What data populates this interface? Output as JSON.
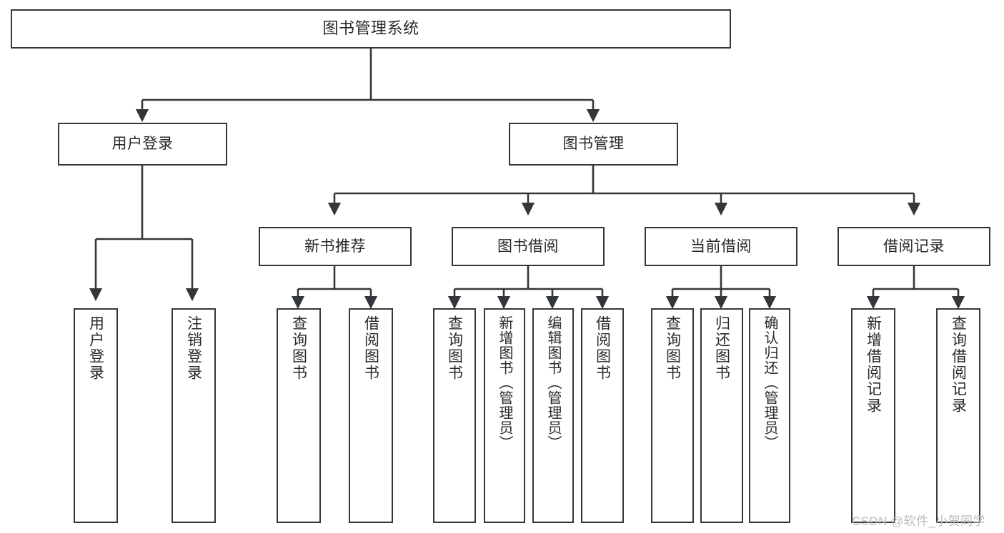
{
  "diagram": {
    "title": "图书管理系统",
    "type": "tree-hierarchy-diagram",
    "colors": {
      "background": "#ffffff",
      "box_border": "#33373b",
      "box_fill": "#ffffff",
      "text": "#26292c",
      "connector": "#33373b",
      "watermark": "#b9bcbf"
    },
    "root": {
      "label": "图书管理系统"
    },
    "level2": [
      {
        "label": "用户登录"
      },
      {
        "label": "图书管理"
      }
    ],
    "level3": [
      {
        "label": "新书推荐"
      },
      {
        "label": "图书借阅"
      },
      {
        "label": "当前借阅"
      },
      {
        "label": "借阅记录"
      }
    ],
    "leaves": {
      "user_login": [
        {
          "label": "用户登录"
        },
        {
          "label": "注销登录"
        }
      ],
      "new_book_recommend": [
        {
          "label": "查询图书"
        },
        {
          "label": "借阅图书"
        }
      ],
      "book_borrow": [
        {
          "label": "查询图书"
        },
        {
          "label": "新增图书（管理员）"
        },
        {
          "label": "编辑图书（管理员）"
        },
        {
          "label": "借阅图书"
        }
      ],
      "current_borrow": [
        {
          "label": "查询图书"
        },
        {
          "label": "归还图书"
        },
        {
          "label": "确认归还（管理员）"
        }
      ],
      "borrow_record": [
        {
          "label": "新增借阅记录"
        },
        {
          "label": "查询借阅记录"
        }
      ]
    },
    "watermark": "CSDN @软件_小贺同学"
  }
}
